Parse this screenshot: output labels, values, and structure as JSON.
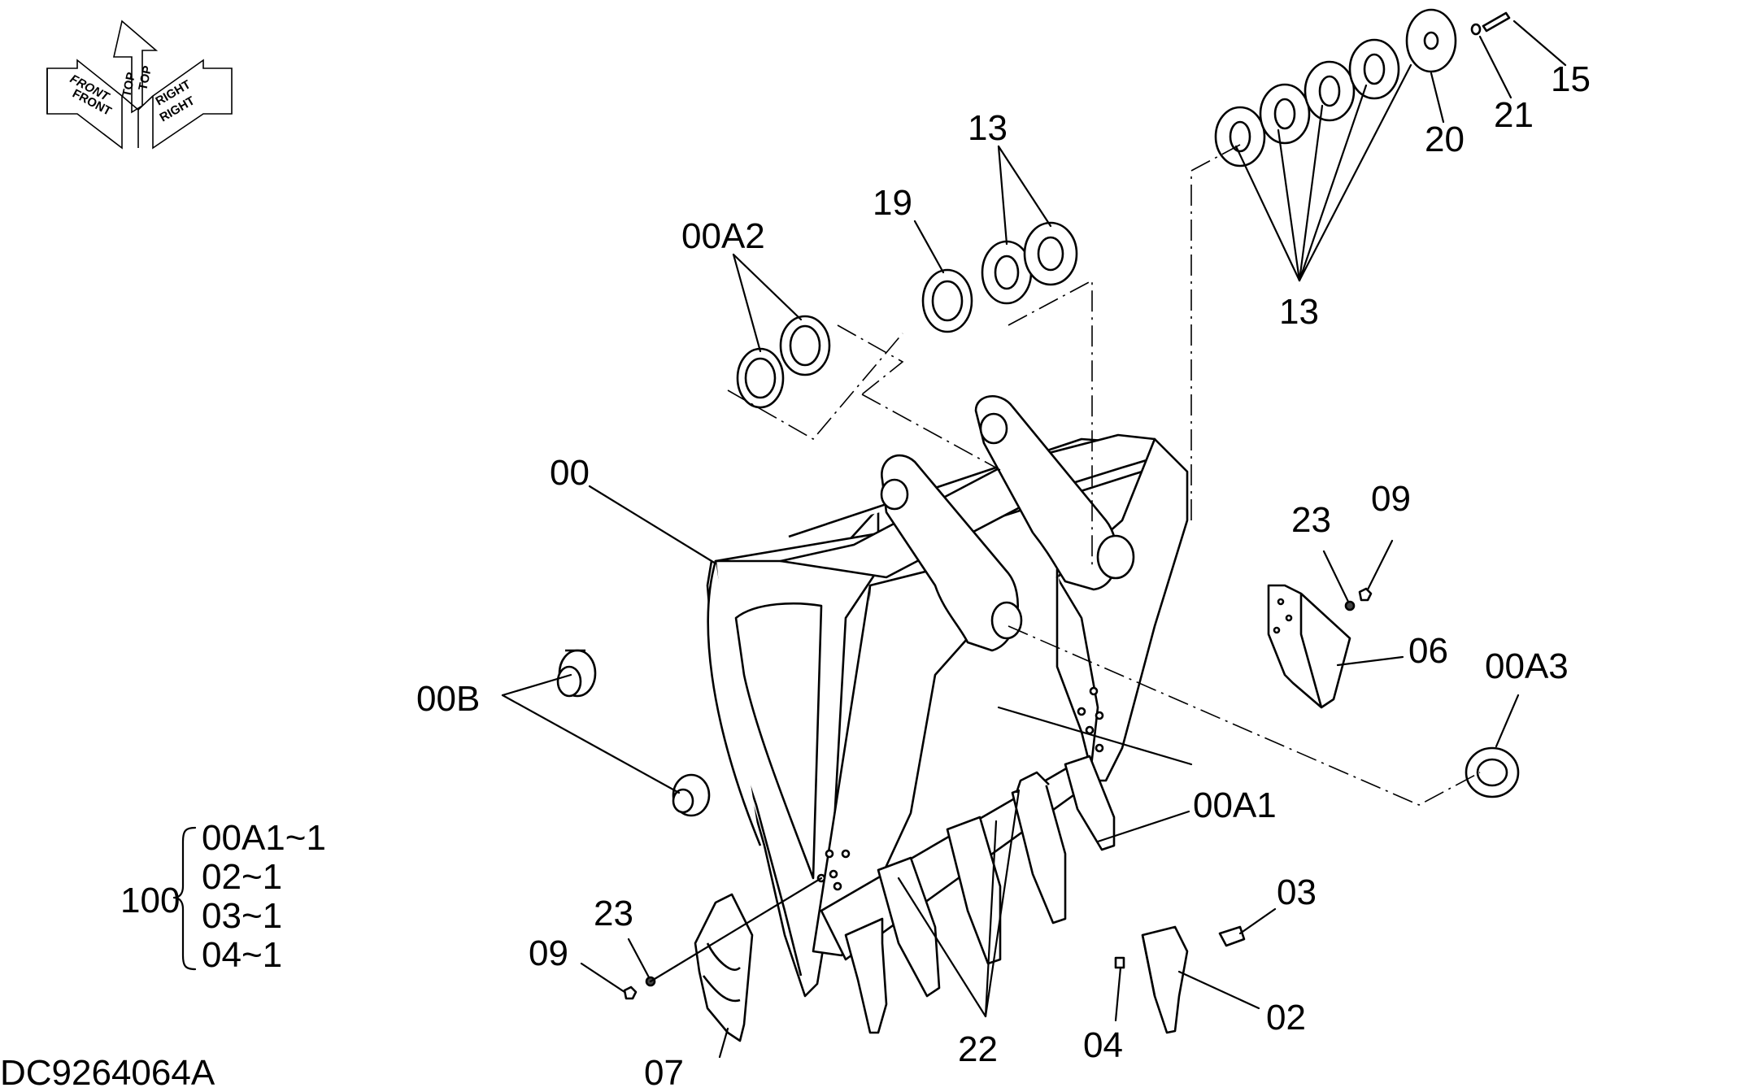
{
  "drawing_id": "DC9264064A",
  "orientation": {
    "front_label": "FRONT",
    "top_label": "TOP",
    "right_label": "RIGHT"
  },
  "callouts": {
    "c00": "00",
    "c00B": "00B",
    "c00A1": "00A1",
    "c00A2": "00A2",
    "c00A3": "00A3",
    "c02": "02",
    "c03": "03",
    "c04": "04",
    "c06": "06",
    "c07": "07",
    "c09_left": "09",
    "c09_right": "09",
    "c13_left": "13",
    "c13_right": "13",
    "c15": "15",
    "c19": "19",
    "c20": "20",
    "c21": "21",
    "c22": "22",
    "c23_left": "23",
    "c23_right": "23"
  },
  "kit": {
    "number": "100",
    "items": [
      "00A1~1",
      "02~1",
      "03~1",
      "04~1"
    ]
  }
}
